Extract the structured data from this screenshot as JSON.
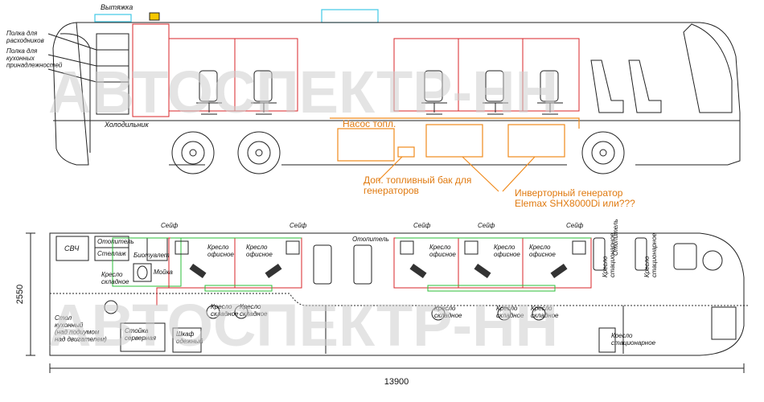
{
  "watermark": "АВТОСПЕКТР-НН",
  "side_view": {
    "labels": {
      "vytyazhka": "Вытяжка",
      "polka_rashodniki": "Полка для\nрасходников",
      "polka_kuhonnyh": "Полка для\nкухонных\nпринадлежностей",
      "holodilnik": "Холодильник"
    },
    "callouts": {
      "pump": "Насос топл.",
      "tank": "Доп. топливный бак для\nгенераторов",
      "generator": "Инверторный генератор\nElemax SHX8000Di или???"
    }
  },
  "plan_view": {
    "labels": {
      "svch": "СВЧ",
      "otopitel_1": "Отопитель",
      "stellazh": "Стеллаж",
      "biotualet": "Биотуалет",
      "moyka": "Мойка",
      "kreslo_skladnoe_left": "Кресло\nскладное",
      "stol_kuhonny": "Стол\nкухонный\n(над подиумом\nнад двигателем)",
      "stoyka_servernaya": "Стойка\nсерверная",
      "shkaf_odezhny": "Шкаф\nодежный",
      "otopitel_2": "Отопитель",
      "otopitel_3": "Отопитель",
      "kreslo_stac_bottom": "Кресло\nстационарное",
      "kreslo_stac_r1": "Кресло\nстационарное",
      "kreslo_stac_r2": "Кресло\nстационарное"
    },
    "safe_label": "Сейф",
    "office_chair_label": "Кресло\nофисное",
    "folding_chair_label": "Кресло\nскладное"
  },
  "dimensions": {
    "width": "2550",
    "length": "13900"
  },
  "colors": {
    "outline": "#222222",
    "partition": "#d8262a",
    "furniture": "#2bbf3a",
    "callout": "#e07a10",
    "accent": "#3fc9e6"
  }
}
